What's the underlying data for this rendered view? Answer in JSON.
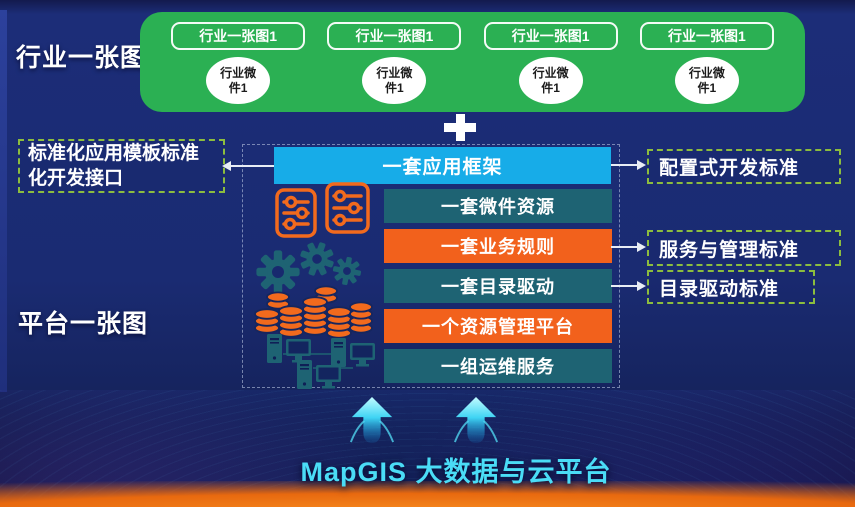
{
  "colors": {
    "background_navy": "#182B70",
    "panel_green": "#2BB053",
    "framework_blue": "#17ACE8",
    "bar_teal": "#1E6373",
    "bar_orange": "#F2611C",
    "standard_dashed_green": "#8CBD3E",
    "accent_cyan": "#4ADCF6",
    "icon_orange": "#F26A1D",
    "bottom_glow_orange": "#F58220"
  },
  "industry": {
    "label": "行业一张图",
    "columns": [
      {
        "button": "行业一张图1",
        "widget": "行业微件1"
      },
      {
        "button": "行业一张图1",
        "widget": "行业微件1"
      },
      {
        "button": "行业一张图1",
        "widget": "行业微件1"
      },
      {
        "button": "行业一张图1",
        "widget": "行业微件1"
      }
    ]
  },
  "platform": {
    "label": "平台一张图",
    "framework_bar": "一套应用框架",
    "bars": [
      {
        "label": "一套微件资源",
        "color": "teal"
      },
      {
        "label": "一套业务规则",
        "color": "orange"
      },
      {
        "label": "一套目录驱动",
        "color": "teal"
      },
      {
        "label": "一个资源管理平台",
        "color": "orange"
      },
      {
        "label": "一组运维服务",
        "color": "teal"
      }
    ]
  },
  "standards": {
    "left_lines": [
      "标准化应用模板标准",
      "化开发接口"
    ],
    "right": [
      "配置式开发标准",
      "服务与管理标准",
      "目录驱动标准"
    ]
  },
  "footer": {
    "title": "MapGIS 大数据与云平台"
  },
  "icons": {
    "plus": "plus-icon",
    "sliders": "sliders-icon",
    "gear": "gear-icon",
    "database": "database-stack-icon",
    "servers": "server-cluster-icon",
    "up_arrow": "up-arrow-icon"
  }
}
